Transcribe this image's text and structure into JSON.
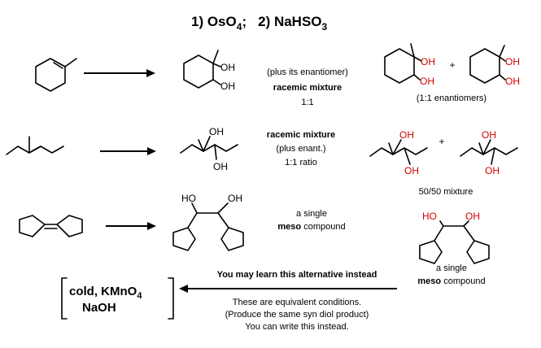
{
  "title": {
    "part1": "1) OsO",
    "sub1": "4",
    "sep": ";",
    "part2": "2) NaHSO",
    "sub2": "3"
  },
  "row1": {
    "note": "(plus its enantiomer)",
    "bold": "racemic mixture",
    "ratio": "1:1",
    "plus": "+",
    "caption": "(1:1 enantiomers)"
  },
  "row2": {
    "bold": "racemic mixture",
    "note": "(plus enant.)",
    "ratio": "1:1 ratio",
    "plus": "+",
    "caption": "50/50 mixture"
  },
  "row3": {
    "line1": "a single",
    "bold": "meso",
    "rest": " compound",
    "right_line1": "a single",
    "right_bold": "meso",
    "right_rest": " compound"
  },
  "alternative": {
    "header": "You may learn this alternative instead",
    "reagent1_base": "cold, KMnO",
    "reagent1_sub": "4",
    "reagent2": "NaOH",
    "note1": "These are equivalent conditions.",
    "note2": "(Produce the same syn diol product)",
    "note3": "You can write this instead."
  },
  "labels": {
    "oh": "OH",
    "ho": "HO"
  },
  "colors": {
    "hydroxyl": "#d40000",
    "ink": "#000000"
  }
}
